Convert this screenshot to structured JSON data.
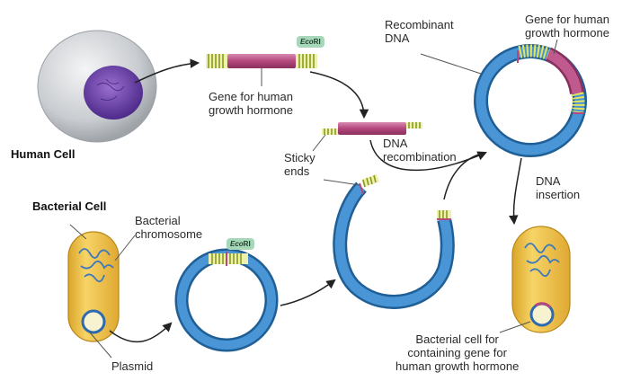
{
  "labels": {
    "human_cell": "Human Cell",
    "gene_top": "Gene for human\ngrowth hormone",
    "recombinant_dna": "Recombinant\nDNA",
    "gene_plasmid": "Gene for human\ngrowth hormone",
    "sticky_ends": "Sticky\nends",
    "dna_recombination": "DNA\nrecombination",
    "dna_insertion": "DNA\ninsertion",
    "bacterial_cell": "Bacterial Cell",
    "bacterial_chromosome": "Bacterial\nchromosome",
    "plasmid": "Plasmid",
    "bacterial_cell_result": "Bacterial cell for\ncontaining gene for\nhuman growth hormone"
  },
  "enzyme_tags": {
    "top": {
      "italic": "Eco",
      "plain": "RI"
    },
    "plasmid": {
      "italic": "Eco",
      "plain": "RI"
    }
  },
  "colors": {
    "gene_segment": "#b4487e",
    "plasmid_ring": "#3b82c4",
    "sticky_end": "#d9df4a",
    "bacterium": "#f3c74e",
    "nucleus": "#6b3ea8"
  }
}
